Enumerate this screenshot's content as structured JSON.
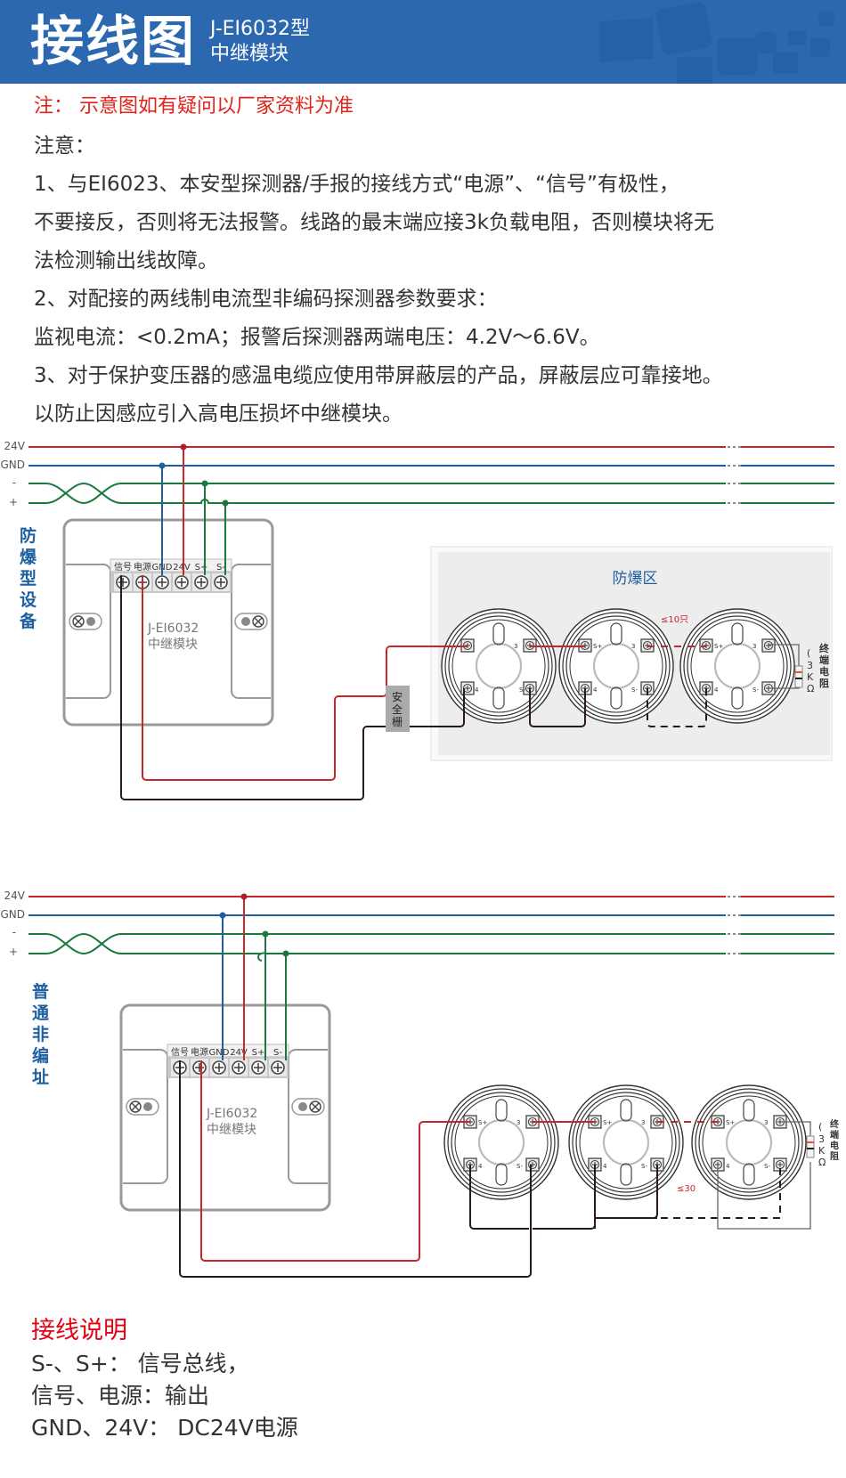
{
  "header": {
    "title": "接线图",
    "model": "J-EI6032型",
    "product": "中继模块",
    "background_color": "#2b68b0"
  },
  "disclaimer": "注：  示意图如有疑问以厂家资料为准",
  "notes": {
    "heading": "注意：",
    "lines": [
      "1、与EI6023、本安型探测器/手报的接线方式“电源”、“信号”有极性，",
      "不要接反，否则将无法报警。线路的最末端应接3k负载电阻，否则模块将无",
      "法检测输出线故障。",
      "2、对配接的两线制电流型非编码探测器参数要求：",
      "监视电流：<0.2mA；报警后探测器两端电压：4.2V～6.6V。",
      "3、对于保护变压器的感温电缆应使用带屏蔽层的产品，屏蔽层应可靠接地。",
      "以防止因感应引入高电压损坏中继模块。"
    ]
  },
  "bus_labels": [
    "24V",
    "GND",
    "-",
    "+"
  ],
  "bus_colors": {
    "v24": "#c8252c",
    "gnd": "#1f5fa0",
    "signal": "#1a7a3e",
    "output": "#2a1a1a"
  },
  "terminal_labels": [
    "信号",
    "电源",
    "GND",
    "24V",
    "S+",
    "S-"
  ],
  "module_label": {
    "model": "J-EI6032",
    "name": "中继模块"
  },
  "diagram1": {
    "side_label": "防爆型设备",
    "zone_label": "防爆区",
    "barrier_label": "安全栅",
    "max_count": "≤10只",
    "resistor_label": "终端电阻",
    "resistor_value": "3KΩ",
    "detector_terminals": [
      "S+",
      "3",
      "4",
      "S-"
    ]
  },
  "diagram2": {
    "side_label": "普通非编址",
    "max_count": "≤30",
    "resistor_label": "终端电阻",
    "resistor_value": "3KΩ",
    "detector_terminals": [
      "S+",
      "3",
      "4",
      "S-"
    ]
  },
  "wiring": {
    "title": "接线说明",
    "lines": [
      "S-、S+： 信号总线，",
      "信号、电源：输出",
      "GND、24V： DC24V电源"
    ]
  }
}
